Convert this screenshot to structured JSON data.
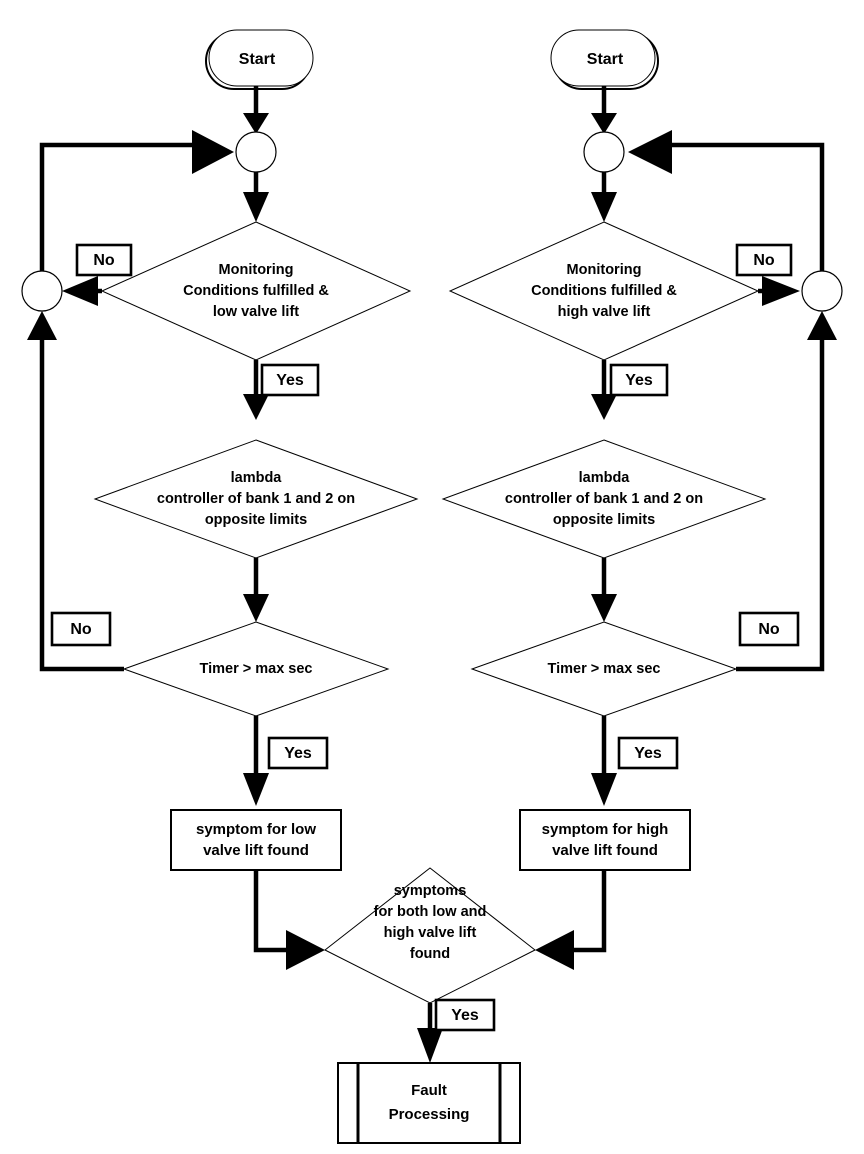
{
  "diagram": {
    "title": "Valve lift monitoring fault detection flowchart",
    "background_color": "#ffffff",
    "line_color": "#000000"
  },
  "branches": {
    "left": {
      "name": "low-valve-lift-branch",
      "start_label": "Start",
      "decision_monitoring": "Monitoring\nConditions fulfilled &\nlow valve lift",
      "decision_monitoring_lines": [
        "Monitoring",
        "Conditions fulfilled &",
        "low valve lift"
      ],
      "decision_lambda_lines": [
        "lambda",
        "controller of bank 1 and 2 on",
        "opposite limits"
      ],
      "decision_timer": "Timer > max sec",
      "process_symptom_lines": [
        "symptom for low",
        "valve lift found"
      ],
      "edge_no_monitoring": "No",
      "edge_yes_monitoring": "Yes",
      "edge_no_timer": "No",
      "edge_yes_timer": "Yes"
    },
    "right": {
      "name": "high-valve-lift-branch",
      "start_label": "Start",
      "decision_monitoring": "Monitoring\nConditions fulfilled &\nhigh valve lift",
      "decision_monitoring_lines": [
        "Monitoring",
        "Conditions fulfilled &",
        "high valve lift"
      ],
      "decision_lambda_lines": [
        "lambda",
        "controller of bank 1 and 2 on",
        "opposite limits"
      ],
      "decision_timer": "Timer > max sec",
      "process_symptom_lines": [
        "symptom for high",
        "valve lift found"
      ],
      "edge_no_monitoring": "No",
      "edge_yes_monitoring": "Yes",
      "edge_no_timer": "No",
      "edge_yes_timer": "Yes"
    }
  },
  "merge": {
    "decision_both_lines": [
      "symptoms",
      "for both low and",
      "high valve lift",
      "found"
    ],
    "edge_yes_both": "Yes",
    "terminal_fault_lines": [
      "Fault",
      "Processing"
    ],
    "terminal_fault_shape": "predefined-process"
  }
}
